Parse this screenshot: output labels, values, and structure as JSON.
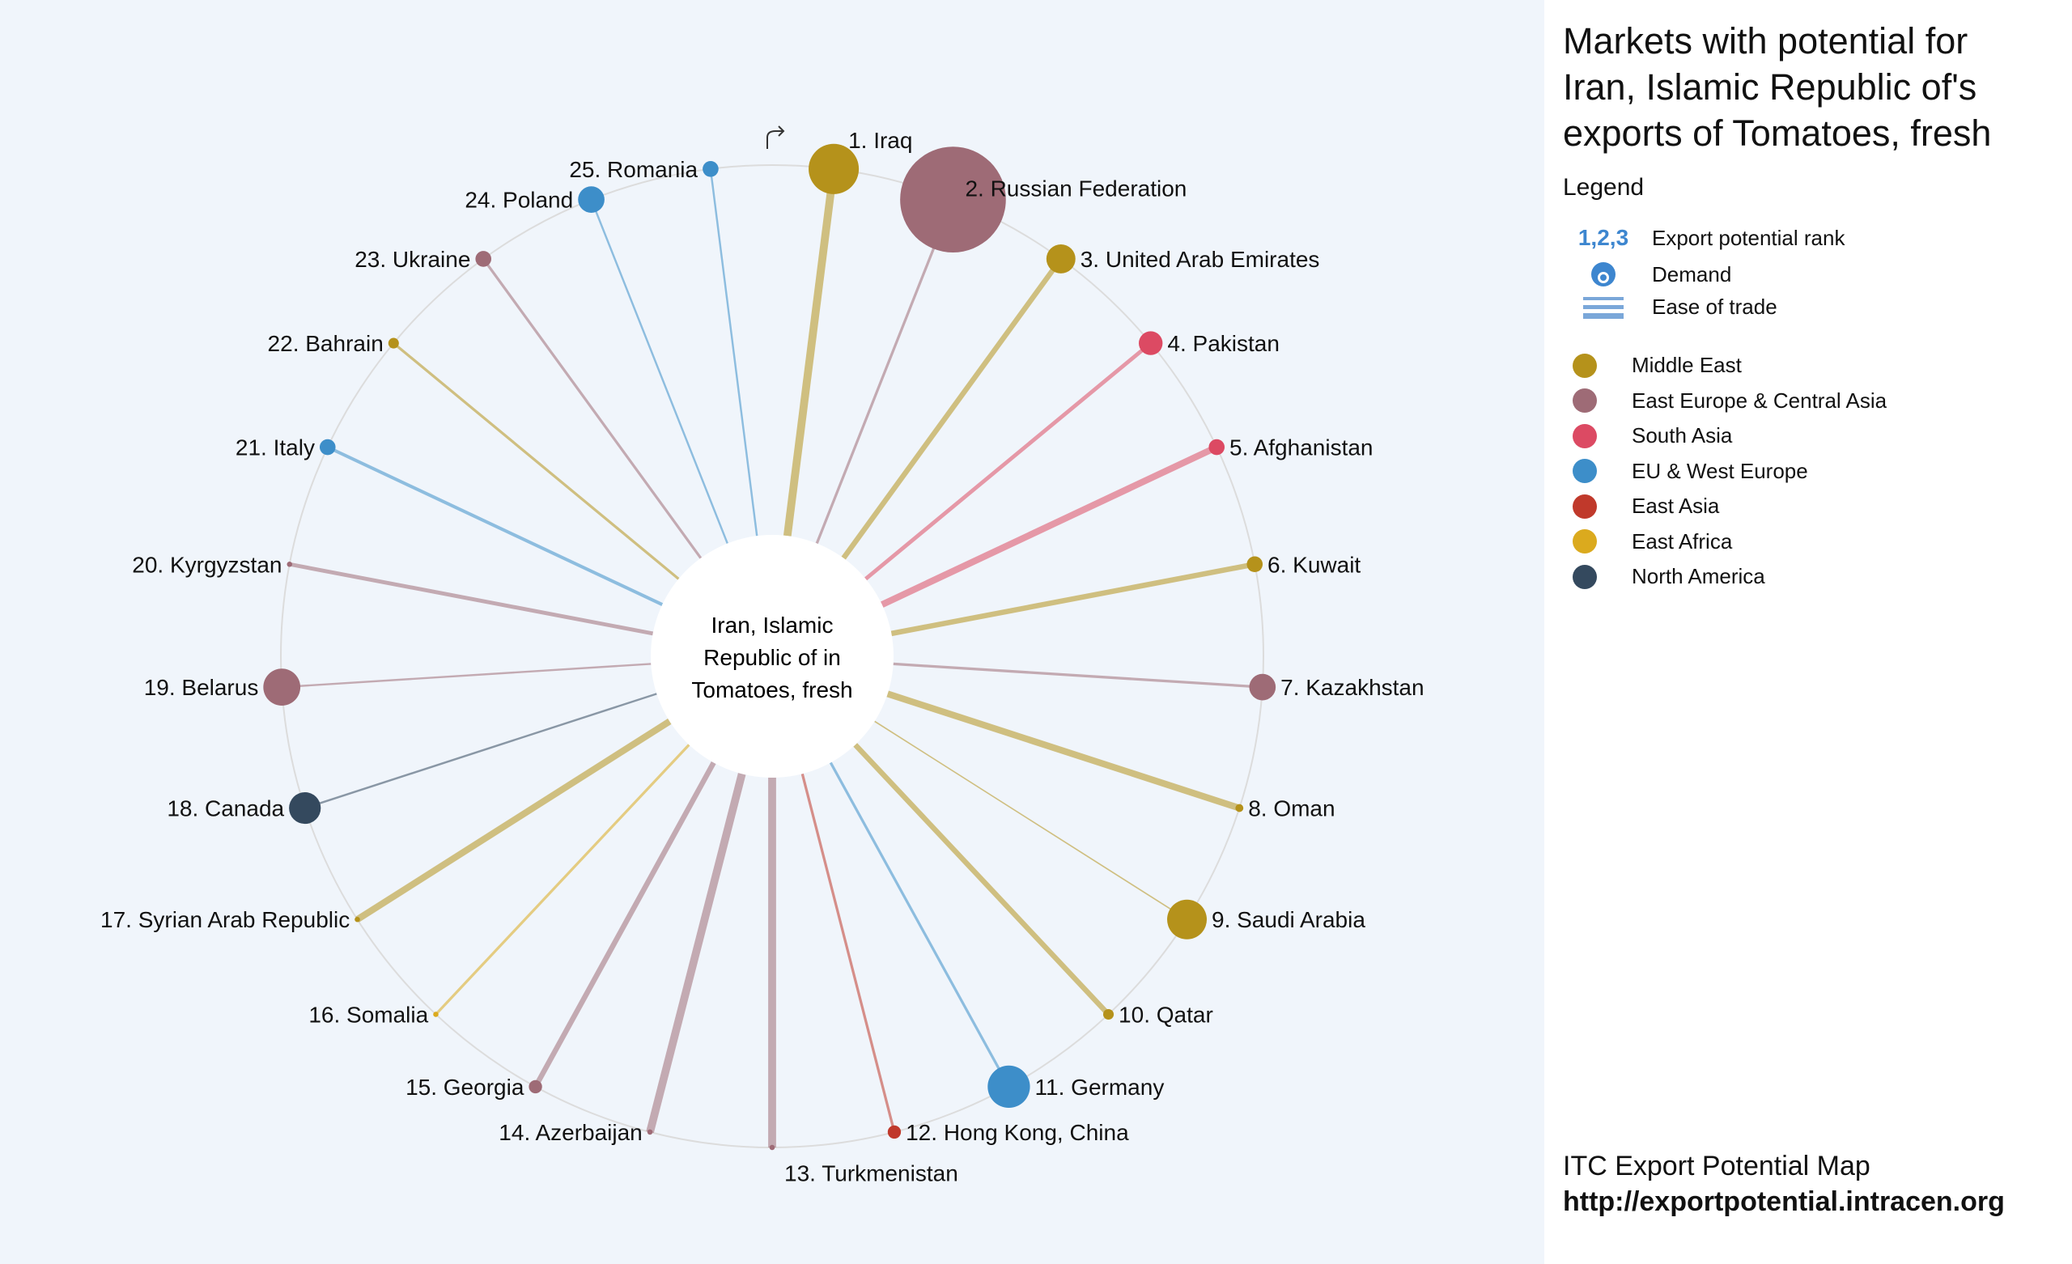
{
  "title": "Markets with potential for Iran, Islamic Republic of's exports of Tomatoes, fresh",
  "legend": {
    "heading": "Legend",
    "rank_symbol": "1,2,3",
    "rank_label": "Export potential rank",
    "demand_label": "Demand",
    "ease_label": "Ease of trade",
    "regions": [
      {
        "name": "Middle East",
        "color": "#b5921b"
      },
      {
        "name": "East Europe & Central Asia",
        "color": "#9e6b76"
      },
      {
        "name": "South Asia",
        "color": "#dc4a63"
      },
      {
        "name": "EU & West Europe",
        "color": "#3d8ec9"
      },
      {
        "name": "East Asia",
        "color": "#c0392b"
      },
      {
        "name": "East Africa",
        "color": "#dbaa1e"
      },
      {
        "name": "North America",
        "color": "#34495e"
      }
    ]
  },
  "footer": {
    "line1": "ITC Export Potential Map",
    "line2": "http://exportpotential.intracen.org"
  },
  "chart_data": {
    "type": "radial",
    "center_label": [
      "Iran, Islamic",
      "Republic of in",
      "Tomatoes, fresh"
    ],
    "markets": [
      {
        "label": "1. Iraq",
        "region": 0,
        "demand": 19,
        "ease": 6
      },
      {
        "label": "2. Russian Federation",
        "region": 1,
        "demand": 40,
        "ease": 2
      },
      {
        "label": "3. United Arab Emirates",
        "region": 0,
        "demand": 11,
        "ease": 4
      },
      {
        "label": "4. Pakistan",
        "region": 2,
        "demand": 9,
        "ease": 3
      },
      {
        "label": "5. Afghanistan",
        "region": 2,
        "demand": 6,
        "ease": 5
      },
      {
        "label": "6. Kuwait",
        "region": 0,
        "demand": 6,
        "ease": 4
      },
      {
        "label": "7. Kazakhstan",
        "region": 1,
        "demand": 10,
        "ease": 2
      },
      {
        "label": "8. Oman",
        "region": 0,
        "demand": 3,
        "ease": 5
      },
      {
        "label": "9. Saudi Arabia",
        "region": 0,
        "demand": 15,
        "ease": 1
      },
      {
        "label": "10. Qatar",
        "region": 0,
        "demand": 4,
        "ease": 4
      },
      {
        "label": "11. Germany",
        "region": 3,
        "demand": 16,
        "ease": 2
      },
      {
        "label": "12. Hong Kong, China",
        "region": 4,
        "demand": 5,
        "ease": 2
      },
      {
        "label": "13. Turkmenistan",
        "region": 1,
        "demand": 2,
        "ease": 6
      },
      {
        "label": "14. Azerbaijan",
        "region": 1,
        "demand": 2,
        "ease": 6
      },
      {
        "label": "15. Georgia",
        "region": 1,
        "demand": 5,
        "ease": 4
      },
      {
        "label": "16. Somalia",
        "region": 5,
        "demand": 2,
        "ease": 2
      },
      {
        "label": "17. Syrian Arab Republic",
        "region": 0,
        "demand": 2,
        "ease": 5
      },
      {
        "label": "18. Canada",
        "region": 6,
        "demand": 12,
        "ease": 1.5
      },
      {
        "label": "19. Belarus",
        "region": 1,
        "demand": 14,
        "ease": 1.5
      },
      {
        "label": "20. Kyrgyzstan",
        "region": 1,
        "demand": 2,
        "ease": 3
      },
      {
        "label": "21. Italy",
        "region": 3,
        "demand": 6,
        "ease": 2.5
      },
      {
        "label": "22. Bahrain",
        "region": 0,
        "demand": 4,
        "ease": 2
      },
      {
        "label": "23. Ukraine",
        "region": 1,
        "demand": 6,
        "ease": 2
      },
      {
        "label": "24. Poland",
        "region": 3,
        "demand": 10,
        "ease": 1.5
      },
      {
        "label": "25. Romania",
        "region": 3,
        "demand": 6,
        "ease": 1.5
      }
    ]
  }
}
